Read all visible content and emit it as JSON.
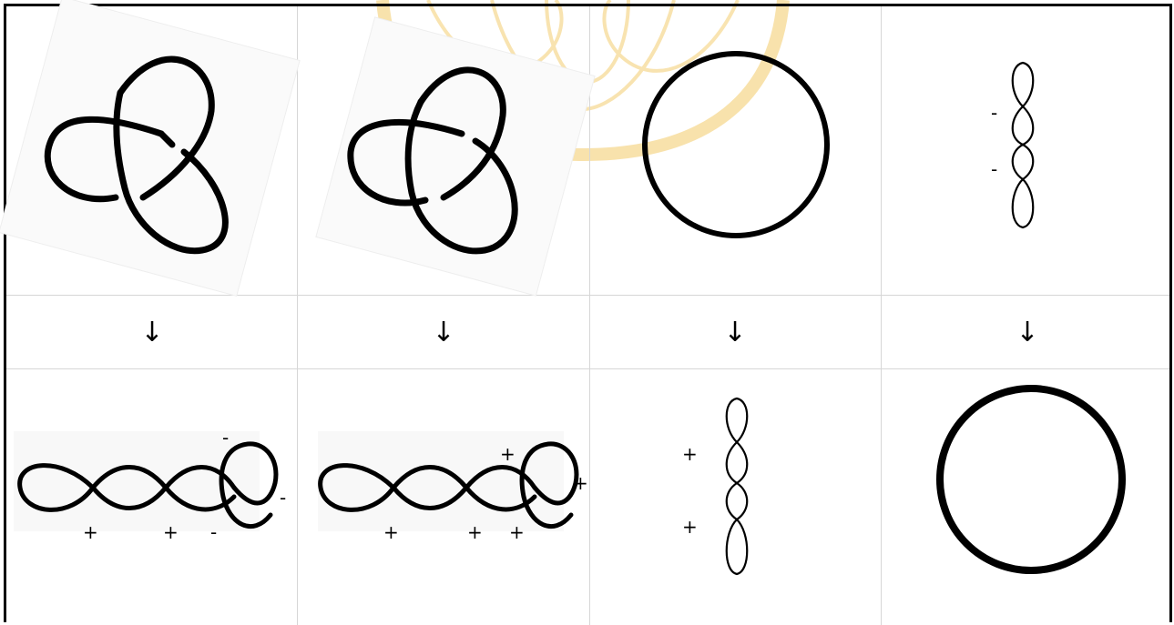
{
  "rows": {
    "top": [
      {
        "kind": "trefoil-photo",
        "signs": []
      },
      {
        "kind": "trefoil-photo",
        "signs": []
      },
      {
        "kind": "unknot",
        "signs": []
      },
      {
        "kind": "twisted-unknot",
        "signs": [
          "-",
          "-"
        ]
      }
    ],
    "arrows": [
      "↓",
      "↓",
      "↓",
      "↓"
    ],
    "bottom": [
      {
        "kind": "long-twist-trefoil",
        "signs": [
          "-",
          "-",
          "+",
          "+",
          "-"
        ]
      },
      {
        "kind": "long-twist-trefoil",
        "signs": [
          "+",
          "+",
          "+",
          "+",
          "+"
        ]
      },
      {
        "kind": "twisted-unknot",
        "signs": [
          "+",
          "+"
        ]
      },
      {
        "kind": "unknot",
        "signs": []
      }
    ]
  },
  "colors": {
    "watermark": "#f6d890",
    "ink": "#000000",
    "gridline": "#d6d6d6"
  }
}
